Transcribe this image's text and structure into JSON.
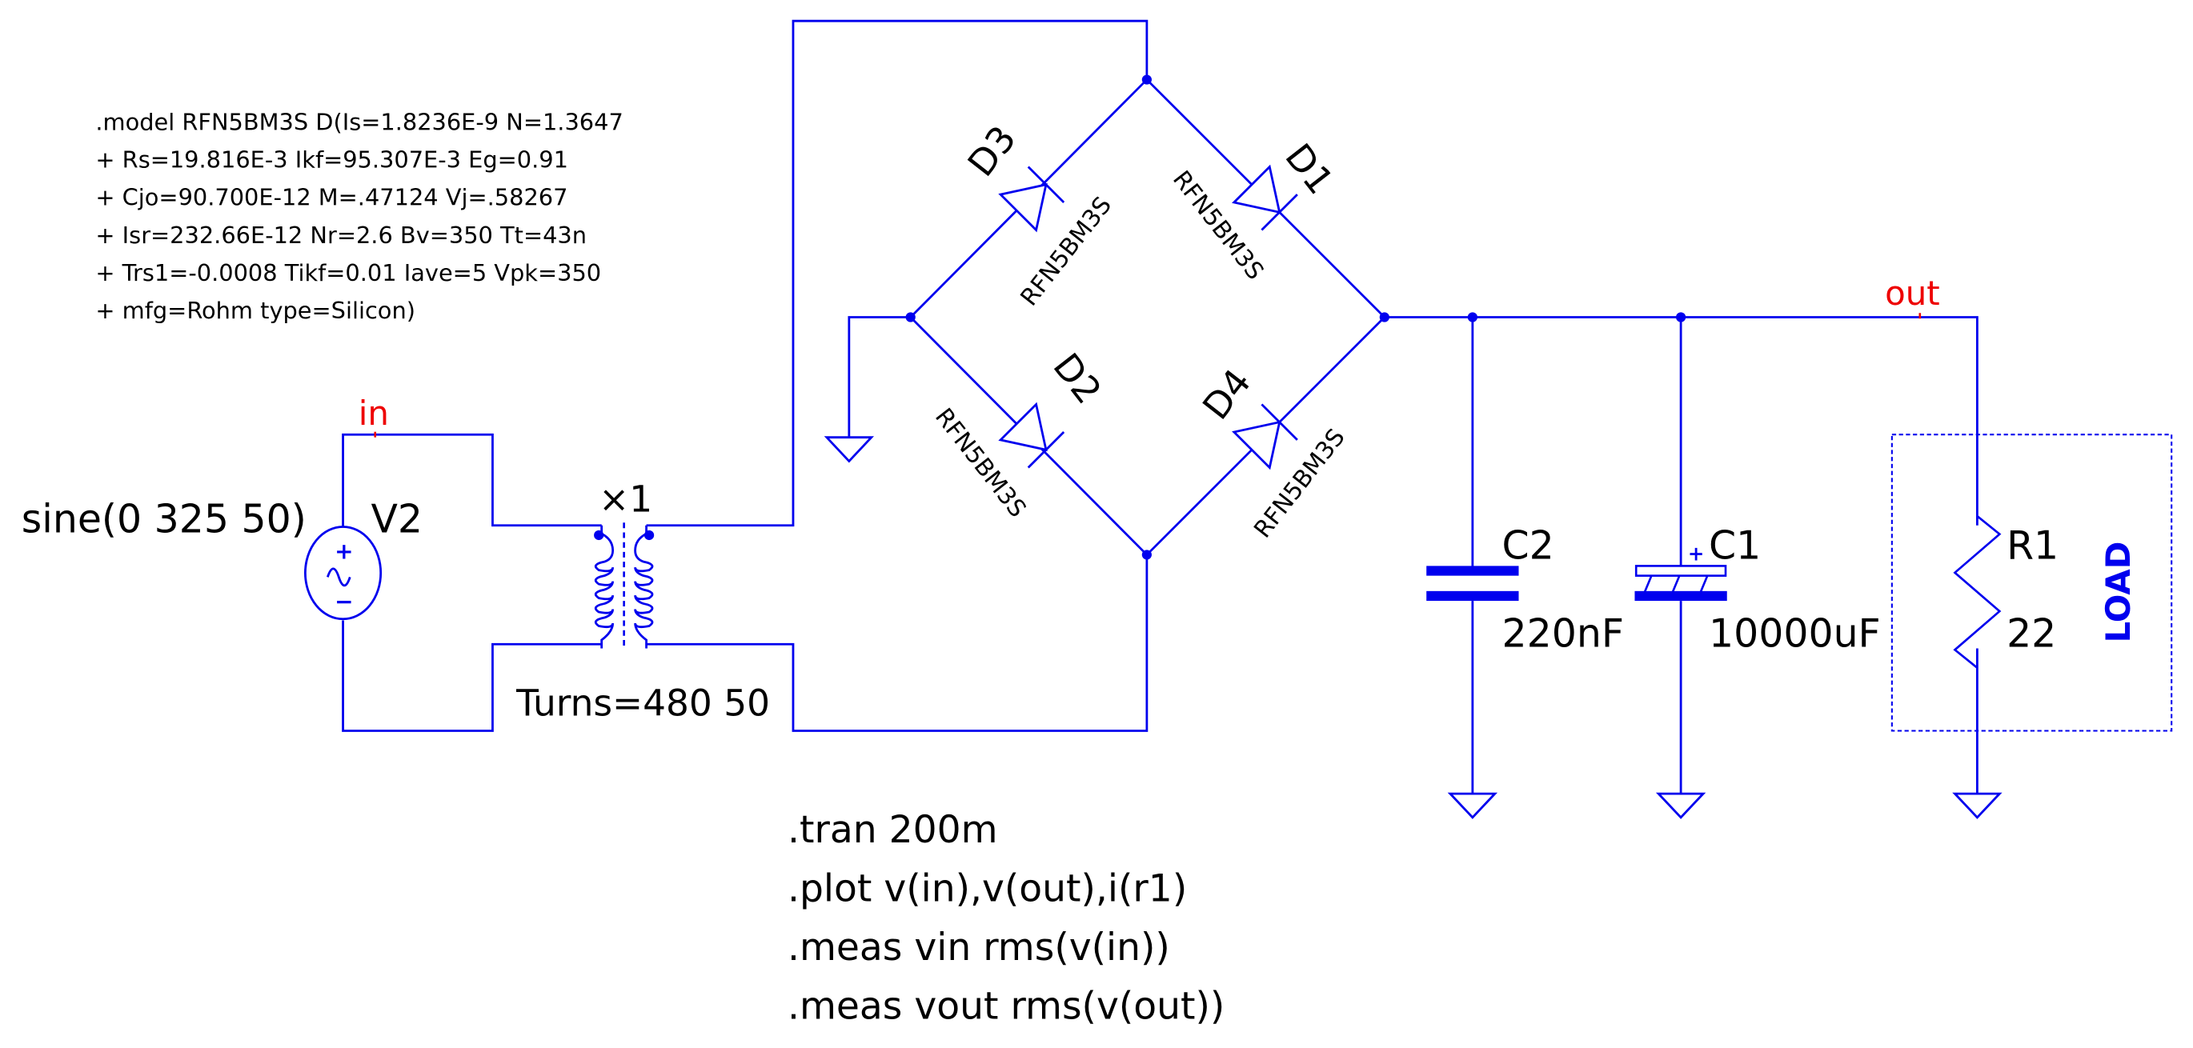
{
  "colors": {
    "wire": "#0000ee",
    "net_label": "#ee0000",
    "text": "#000000",
    "background": "#ffffff"
  },
  "model": {
    "lines": [
      ".model RFN5BM3S D(Is=1.8236E-9 N=1.3647",
      "+ Rs=19.816E-3 Ikf=95.307E-3 Eg=0.91",
      "+ Cjo=90.700E-12 M=.47124 Vj=.58267",
      "+ Isr=232.66E-12 Nr=2.6 Bv=350 Tt=43n",
      "+ Trs1=-0.0008 Tikf=0.01 Iave=5 Vpk=350",
      "+ mfg=Rohm type=Silicon)"
    ]
  },
  "nets": {
    "in": "in",
    "out": "out"
  },
  "source": {
    "name": "V2",
    "value": "sine(0 325 50)",
    "plus": "+",
    "minus": "−",
    "icon": "ac-voltage-source-icon"
  },
  "transformer": {
    "name": "×1",
    "value": "Turns=480 50",
    "icon": "transformer-icon"
  },
  "diodes": [
    {
      "name": "D1",
      "model": "RFN5BM3S"
    },
    {
      "name": "D2",
      "model": "RFN5BM3S"
    },
    {
      "name": "D3",
      "model": "RFN5BM3S"
    },
    {
      "name": "D4",
      "model": "RFN5BM3S"
    }
  ],
  "capacitors": [
    {
      "name": "C2",
      "value": "220nF",
      "icon": "capacitor-icon"
    },
    {
      "name": "C1",
      "value": "10000uF",
      "polarity": "+",
      "icon": "polarized-capacitor-icon"
    }
  ],
  "resistor": {
    "name": "R1",
    "value": "22",
    "icon": "resistor-icon"
  },
  "load_box": {
    "label": "LOAD"
  },
  "directives": [
    ".tran 200m",
    ".plot v(in),v(out),i(r1)",
    ".meas vin rms(v(in))",
    ".meas vout rms(v(out))"
  ]
}
